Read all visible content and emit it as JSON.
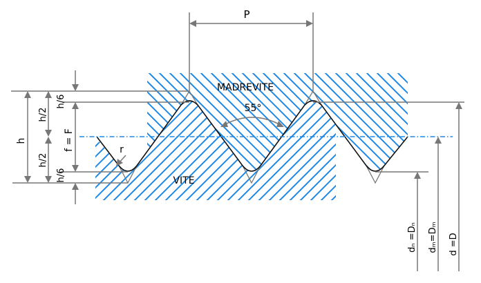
{
  "title": "Whitworth thread profile",
  "labels": {
    "pitch": "P",
    "nut": "MADREVITE",
    "screw": "VITE",
    "angle": "55°",
    "radius": "r",
    "height": "h",
    "half_height_top": "h/2",
    "half_height_bottom": "h/2",
    "sixth_top": "h/6",
    "sixth_bottom": "h/6",
    "working_depth": "f = F",
    "minor_diameter": "dₙ =Dₙ",
    "pitch_diameter": "dₘ=Dₘ",
    "major_diameter": "d =D"
  },
  "thread": {
    "flank_angle_deg": 55,
    "crest_count": 2,
    "root_count": 3
  },
  "colors": {
    "hatch": "#1e88e5",
    "dimension": "#777777",
    "profile": "#111111"
  }
}
